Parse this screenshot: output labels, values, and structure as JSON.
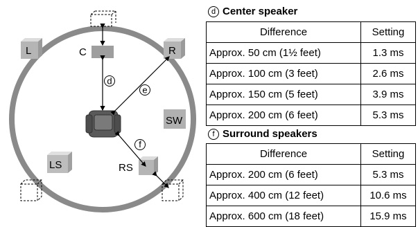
{
  "diagram": {
    "speakers": {
      "left": "L",
      "center": "C",
      "right": "R",
      "subwoofer": "SW",
      "surround_left": "LS",
      "surround_right": "RS"
    },
    "markers": {
      "d": "d",
      "e": "e",
      "f": "f"
    }
  },
  "center_section": {
    "marker": "d",
    "title": "Center speaker",
    "headers": {
      "difference": "Difference",
      "setting": "Setting"
    },
    "rows": [
      {
        "difference": "Approx. 50 cm (1½ feet)",
        "setting": "1.3 ms"
      },
      {
        "difference": "Approx. 100 cm (3 feet)",
        "setting": "2.6 ms"
      },
      {
        "difference": "Approx. 150 cm (5 feet)",
        "setting": "3.9 ms"
      },
      {
        "difference": "Approx. 200 cm (6 feet)",
        "setting": "5.3 ms"
      }
    ]
  },
  "surround_section": {
    "marker": "f",
    "title": "Surround speakers",
    "headers": {
      "difference": "Difference",
      "setting": "Setting"
    },
    "rows": [
      {
        "difference": "Approx. 200 cm (6 feet)",
        "setting": "5.3 ms"
      },
      {
        "difference": "Approx. 400 cm (12 feet)",
        "setting": "10.6 ms"
      },
      {
        "difference": "Approx. 600 cm (18 feet)",
        "setting": "15.9 ms"
      }
    ]
  }
}
